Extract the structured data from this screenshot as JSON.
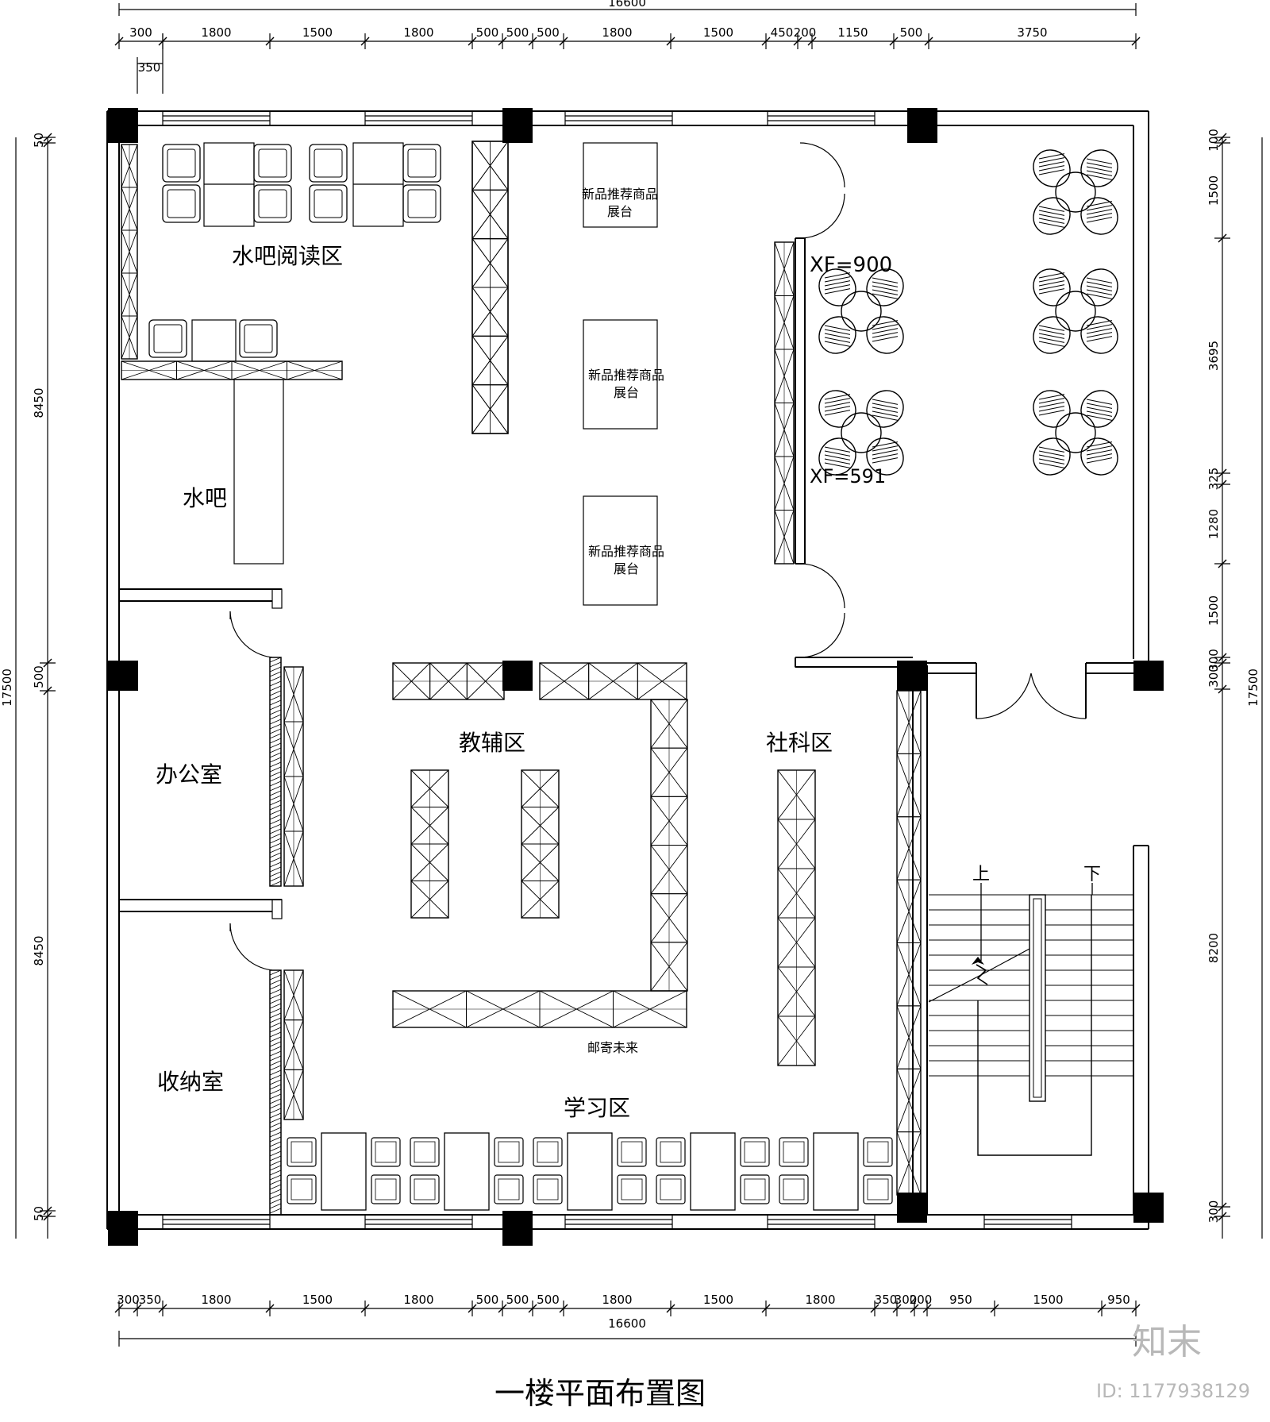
{
  "plan": {
    "title": "一楼平面布置图",
    "watermark_logo": "知末",
    "watermark_id": "ID: 1177938129",
    "top_total": "16600",
    "bottom_total": "16600",
    "left_total": "17500",
    "right_total": "17500",
    "top_dims": [
      "300",
      "1800",
      "1500",
      "1800",
      "500",
      "500",
      "500",
      "1800",
      "1500",
      "450",
      "200",
      "1150",
      "500",
      "3750"
    ],
    "top_sub": "350",
    "bottom_dims": [
      "300",
      "350",
      "1800",
      "1500",
      "1800",
      "500",
      "500",
      "500",
      "1800",
      "1500",
      "1800",
      "350",
      "300",
      "200",
      "950",
      "1500",
      "950"
    ],
    "left_dims": [
      "50",
      "8450",
      "500",
      "8450",
      "50"
    ],
    "right_dims": [
      "100",
      "1500",
      "3695",
      "325",
      "1280",
      "1500",
      "300",
      "300",
      "8200",
      "300"
    ],
    "rooms": {
      "water_reading": "水吧阅读区",
      "water_bar": "水吧",
      "office": "办公室",
      "storage": "收纳室",
      "tutoring": "教辅区",
      "social_science": "社科区",
      "study": "学习区"
    },
    "display_label_1": "新品推荐商品",
    "display_label_2": "展台",
    "xf_label_1": "XF=900",
    "xf_label_2": "XF=591",
    "mail_label": "邮寄未来",
    "stair_up": "上",
    "stair_down": "下"
  }
}
